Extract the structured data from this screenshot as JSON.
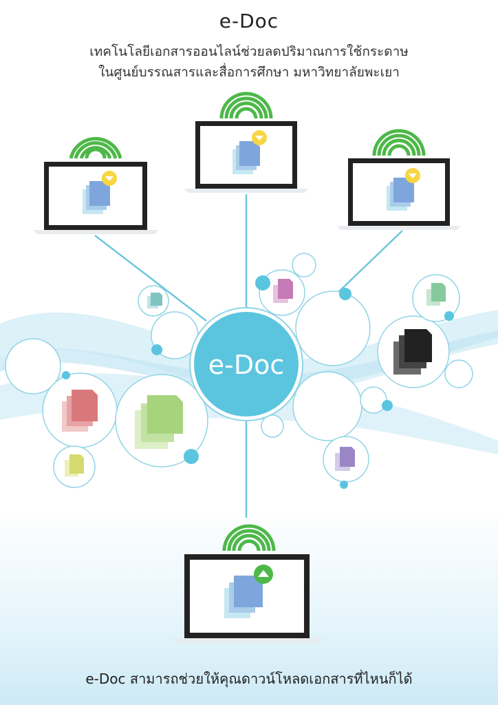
{
  "header": {
    "title": "e-Doc",
    "subtitle_line1": "เทคโนโลยีเอกสารออนไลน์ช่วยลดปริมาณการใช้กระดาษ",
    "subtitle_line2": "ในศูนย์บรรณสารและสื่อการศึกษา มหาวิทยาลัยพะเยา"
  },
  "hub": {
    "label": "e-Doc"
  },
  "footer": {
    "text": "e-Doc สามารถช่วยให้คุณดาวน์โหลดเอกสารที่ไหนก็ได้"
  },
  "colors": {
    "hub": "#5bc5df",
    "line": "#6dc7dc",
    "wifi": "#4db848",
    "download_badge": "#f7d642",
    "upload_badge": "#4db848",
    "doc_blue": "#7fa6dc",
    "doc_red": "#d9787a",
    "doc_green": "#a6d37c",
    "doc_pink": "#c57bb8",
    "doc_teal": "#7fc3c3",
    "doc_mint": "#86c99c",
    "doc_black": "#222222",
    "doc_purple": "#9a86c7",
    "doc_yellow": "#d6d96e"
  },
  "icons": {
    "wifi": "wifi-icon",
    "download": "download-arrow-icon",
    "upload": "upload-arrow-icon",
    "document": "document-stack-icon"
  }
}
